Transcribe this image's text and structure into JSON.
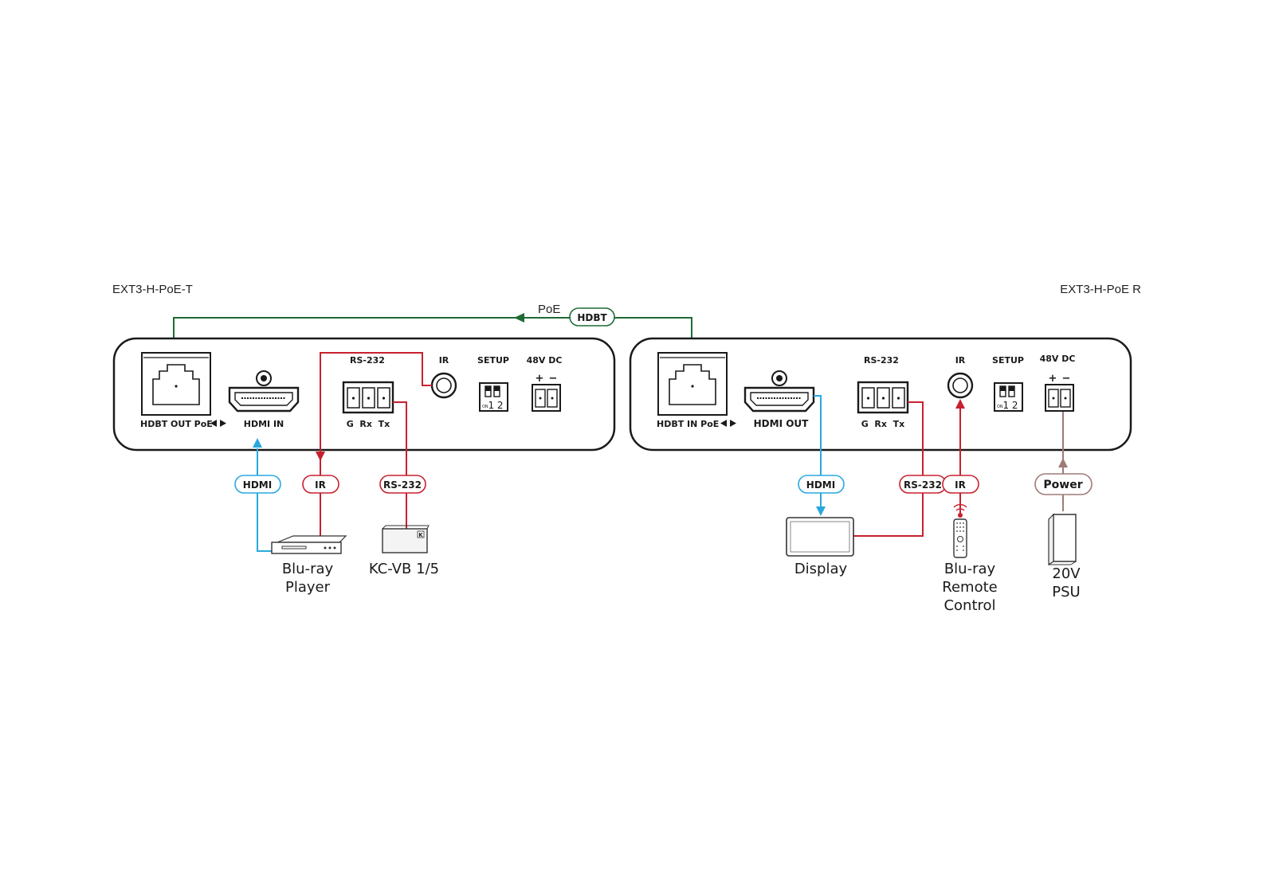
{
  "devices": {
    "transmitter": {
      "name": "EXT3-H-PoE-T",
      "ports": {
        "hdbt": "HDBT OUT PoE",
        "hdmi": "HDMI IN",
        "rs232": "RS-232",
        "rs232_pins": "G  Rx  Tx",
        "ir": "IR",
        "setup": "SETUP",
        "setup_digits": "1 2",
        "power": "48V DC"
      }
    },
    "receiver": {
      "name": "EXT3-H-PoE R",
      "ports": {
        "hdbt": "HDBT IN PoE",
        "hdmi": "HDMI OUT",
        "rs232": "RS-232",
        "rs232_pins": "G  Rx  Tx",
        "ir": "IR",
        "setup": "SETUP",
        "setup_digits": "1 2",
        "power": "48V DC"
      }
    }
  },
  "link": {
    "poe_label": "PoE",
    "hdbt_tag": "HDBT"
  },
  "tags": {
    "t_hdmi": "HDMI",
    "t_ir": "IR",
    "t_rs232": "RS-232",
    "r_hdmi": "HDMI",
    "r_rs232": "RS-232",
    "r_ir": "IR",
    "r_power": "Power"
  },
  "peripherals": {
    "bluray_player": [
      "Blu-ray",
      "Player"
    ],
    "kc_vb": "KC-VB 1/5",
    "display": "Display",
    "remote": [
      "Blu-ray",
      "Remote",
      "Control"
    ],
    "psu": [
      "20V",
      "PSU"
    ],
    "kc_vb_logo": "K"
  },
  "colors": {
    "hdmi": "#29a8e0",
    "ir_rs232": "#c8202f",
    "hdbt": "#1e6b34",
    "power": "#9e7b75",
    "outline": "#1a1a1a"
  }
}
